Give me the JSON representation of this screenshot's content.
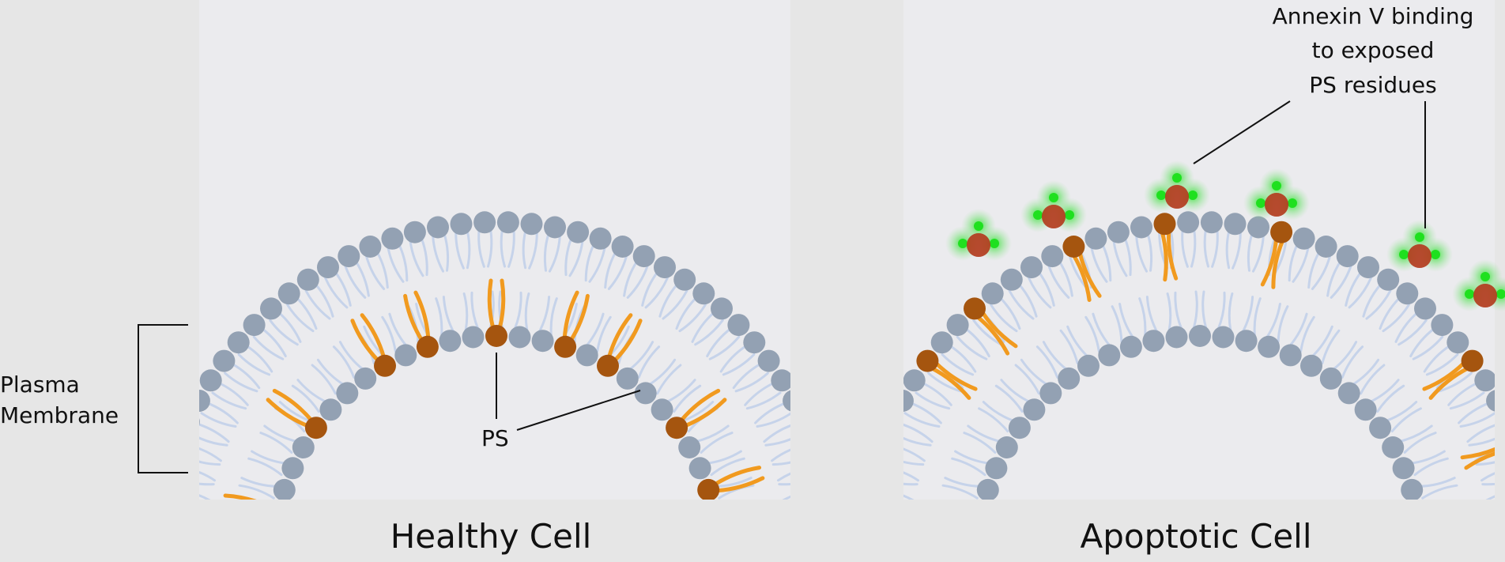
{
  "labels": {
    "plasma_membrane_line1": "Plasma",
    "plasma_membrane_line2": "Membrane",
    "ps": "PS",
    "annexin_line1": "Annexin V binding",
    "annexin_line2": "to exposed",
    "annexin_line3": "PS residues"
  },
  "captions": {
    "healthy": "Healthy Cell",
    "apoptotic": "Apoptotic Cell"
  },
  "colors": {
    "background": "#e6e6e6",
    "cell_interior": "#ebebee",
    "lipid_head": "#93a1b3",
    "lipid_tail": "#c6d3ea",
    "ps_head": "#a5550f",
    "ps_tail": "#f19a1f",
    "annexin_green": "#1fe01f",
    "annexin_red": "#c0262b"
  }
}
